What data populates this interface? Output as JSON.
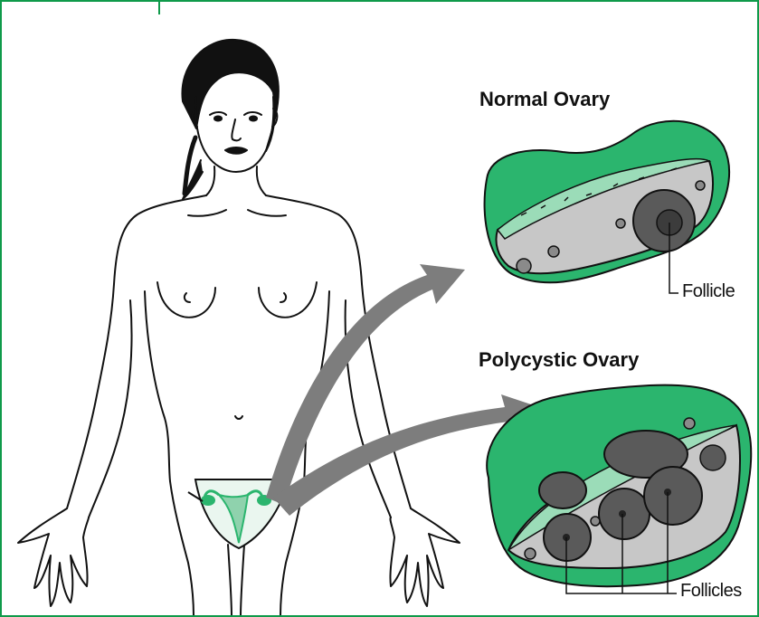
{
  "labels": {
    "normal_ovary": "Normal Ovary",
    "polycystic_ovary": "Polycystic Ovary",
    "follicle": "Follicle",
    "follicles": "Follicles"
  },
  "colors": {
    "border": "#0f9a4a",
    "ovary_green": "#2bb56e",
    "ovary_light": "#9bdcb8",
    "cut_grey": "#c7c7c7",
    "follicle_dark": "#5a5a5a",
    "arrow_grey": "#7d7d7d"
  },
  "icons": [
    "woman-figure-icon",
    "uterus-icon",
    "normal-ovary-icon",
    "polycystic-ovary-icon",
    "arrow-icon"
  ]
}
